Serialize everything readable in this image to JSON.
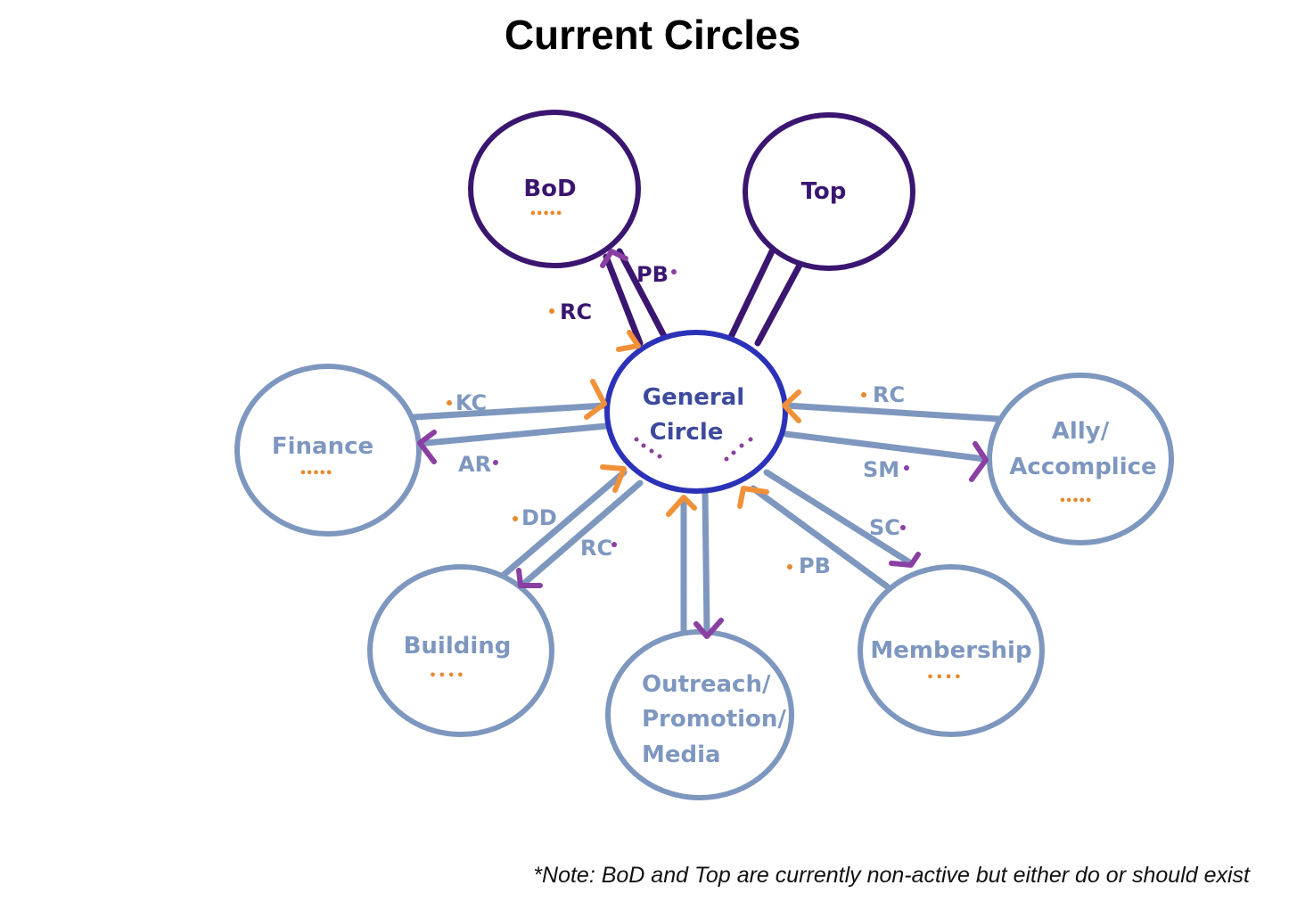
{
  "title": "Current Circles",
  "note": "*Note: BoD and Top are currently non-active but either do or should exist",
  "colors": {
    "active_circle": "#7e97bf",
    "inactive_circle": "#3a1670",
    "general_circle": "#2b32b8",
    "arrow_in": "#f0913a",
    "arrow_out": "#8b3fa3",
    "dot": "#e8892e"
  },
  "nodes": [
    {
      "id": "general",
      "lines": [
        "General",
        "Circle"
      ],
      "dots": ""
    },
    {
      "id": "bod",
      "lines": [
        "BoD"
      ],
      "dots": "•••••"
    },
    {
      "id": "top",
      "lines": [
        "Top"
      ],
      "dots": ""
    },
    {
      "id": "finance",
      "lines": [
        "Finance"
      ],
      "dots": "•••••"
    },
    {
      "id": "ally",
      "lines": [
        "Ally/",
        "Accomplice"
      ],
      "dots": "•••••"
    },
    {
      "id": "building",
      "lines": [
        "Building"
      ],
      "dots": "••••"
    },
    {
      "id": "outreach",
      "lines": [
        "Outreach/",
        "Promotion/",
        "Media"
      ],
      "dots": ""
    },
    {
      "id": "membership",
      "lines": [
        "Membership"
      ],
      "dots": "••••"
    }
  ],
  "edge_labels": [
    {
      "id": "bod-rc",
      "text": "RC"
    },
    {
      "id": "bod-pb",
      "text": "PB"
    },
    {
      "id": "fin-kc",
      "text": "KC"
    },
    {
      "id": "fin-ar",
      "text": "AR"
    },
    {
      "id": "ally-rc",
      "text": "RC"
    },
    {
      "id": "ally-sm",
      "text": "SM"
    },
    {
      "id": "bld-dd",
      "text": "DD"
    },
    {
      "id": "bld-rc",
      "text": "RC"
    },
    {
      "id": "mem-sc",
      "text": "SC"
    },
    {
      "id": "mem-pb",
      "text": "PB"
    }
  ]
}
